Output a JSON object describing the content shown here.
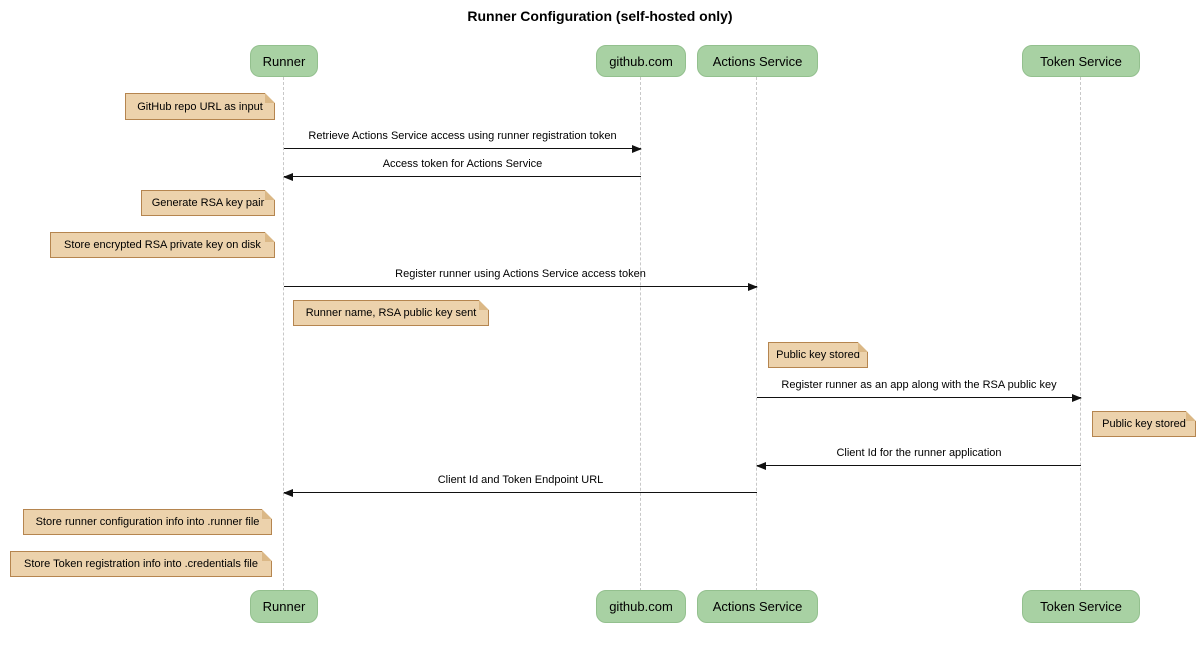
{
  "title": "Runner Configuration (self-hosted only)",
  "diagram_type": "sequence",
  "participants": [
    {
      "label": "Runner"
    },
    {
      "label": "github.com"
    },
    {
      "label": "Actions Service"
    },
    {
      "label": "Token Service"
    }
  ],
  "messages": [
    {
      "from": "Runner",
      "to": "github.com",
      "direction": "right",
      "label": "Retrieve Actions Service access using runner registration token"
    },
    {
      "from": "github.com",
      "to": "Runner",
      "direction": "left",
      "label": "Access token for Actions Service"
    },
    {
      "from": "Runner",
      "to": "Actions Service",
      "direction": "right",
      "label": "Register runner using Actions Service access token"
    },
    {
      "from": "Actions Service",
      "to": "Token Service",
      "direction": "right",
      "label": "Register runner as an app along with the RSA public key"
    },
    {
      "from": "Token Service",
      "to": "Actions Service",
      "direction": "left",
      "label": "Client Id for the runner application"
    },
    {
      "from": "Actions Service",
      "to": "Runner",
      "direction": "left",
      "label": "Client Id and Token Endpoint URL"
    }
  ],
  "notes": [
    {
      "near": "Runner",
      "side": "left",
      "text": "GitHub repo URL as input"
    },
    {
      "near": "Runner",
      "side": "left",
      "text": "Generate RSA key pair"
    },
    {
      "near": "Runner",
      "side": "left",
      "text": "Store encrypted RSA private key on disk"
    },
    {
      "near": "Runner",
      "side": "right",
      "text": "Runner name, RSA public key sent"
    },
    {
      "near": "Actions Service",
      "side": "right",
      "text": "Public key stored"
    },
    {
      "near": "Token Service",
      "side": "right",
      "text": "Public key stored"
    },
    {
      "near": "Runner",
      "side": "left",
      "text": "Store runner configuration info into .runner file"
    },
    {
      "near": "Runner",
      "side": "left",
      "text": "Store Token registration info into .credentials file"
    }
  ],
  "colors": {
    "participant_fill": "#a8d1a3",
    "participant_border": "#93c08e",
    "note_fill": "#ecd2ac",
    "note_border": "#b5854f",
    "note_fold": "#dbb886",
    "lifeline": "#c8c8c8",
    "arrow": "#111111",
    "text": "#000000"
  }
}
